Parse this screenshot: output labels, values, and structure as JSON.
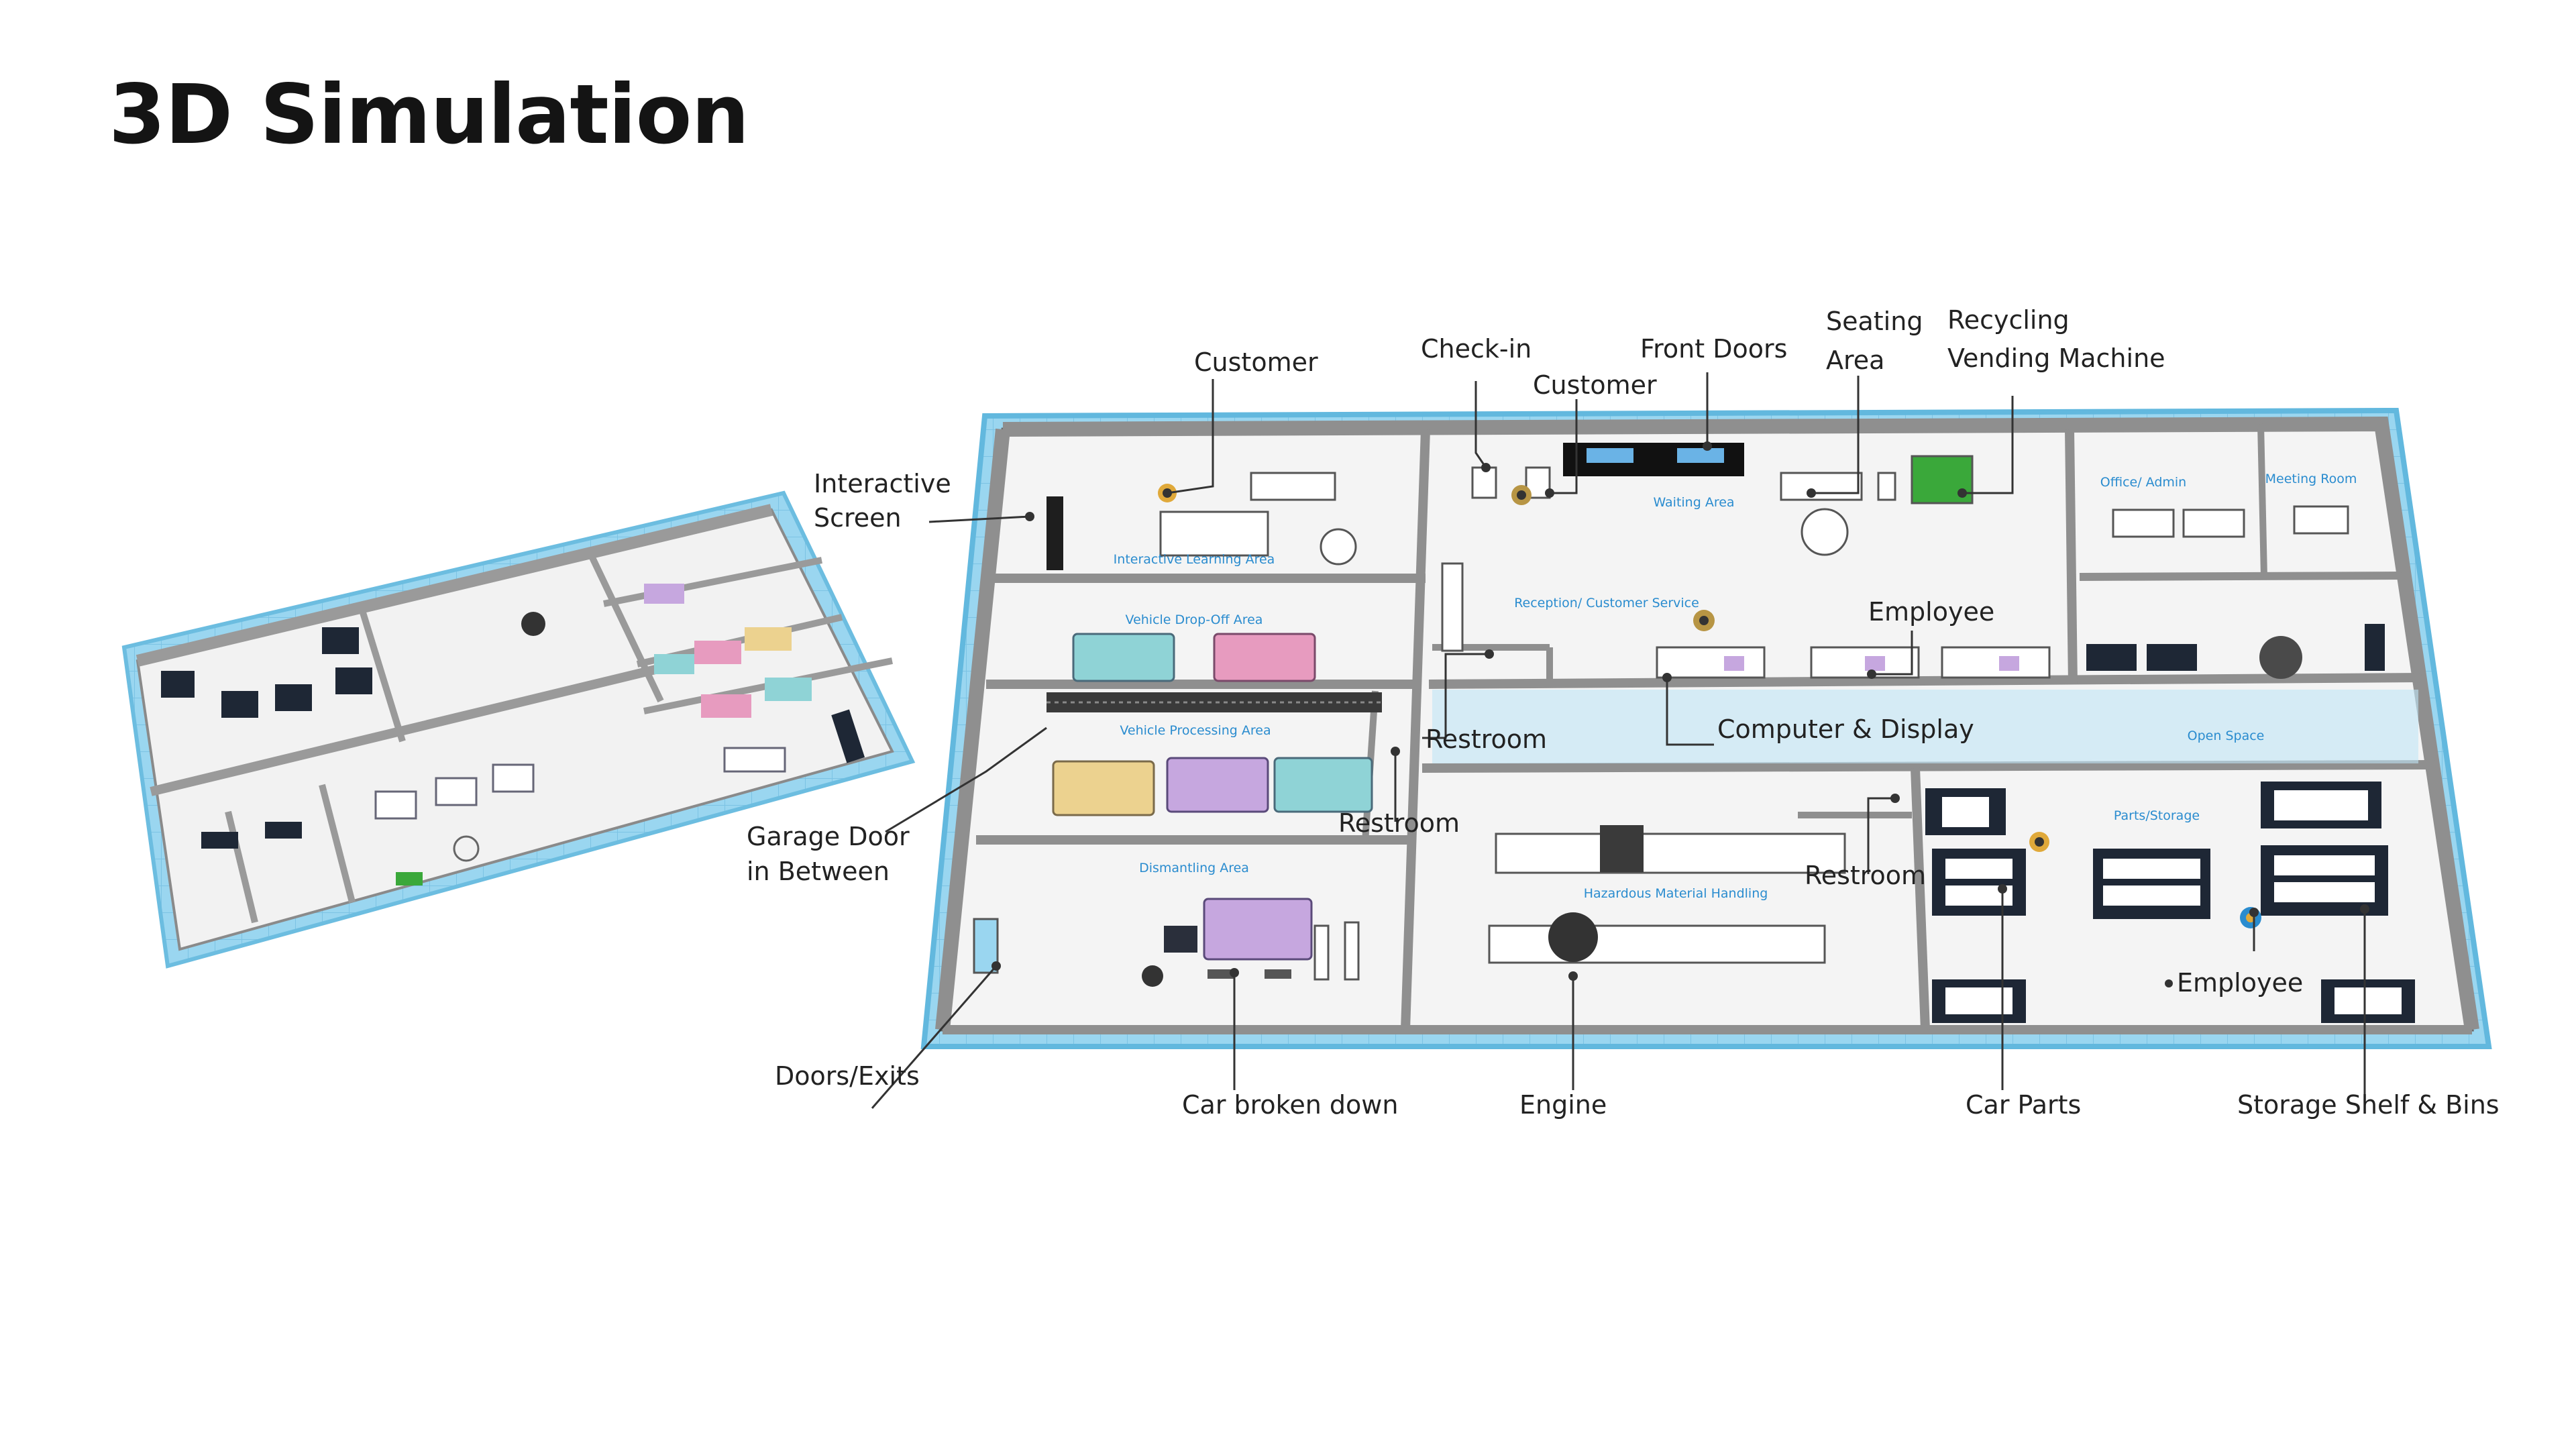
{
  "title": "3D Simulation",
  "colors": {
    "floor_blue": "#8fd0ee",
    "wall_gray": "#a9a9a9",
    "zone_label": "#2a8ccf",
    "car_blue": "#8fd3d6",
    "car_pink": "#e79bbf",
    "car_yellow": "#ecd28f",
    "car_purple": "#c6a7df",
    "vending_green": "#3aa83a"
  },
  "zones": {
    "interactive_learning": "Interactive Learning Area",
    "vehicle_dropoff": "Vehicle Drop-Off Area",
    "vehicle_processing": "Vehicle Processing Area",
    "dismantling": "Dismantling Area",
    "waiting": "Waiting Area",
    "reception": "Reception/ Customer Service",
    "office_admin": "Office/ Admin",
    "meeting_room": "Meeting Room",
    "open_space": "Open Space",
    "parts_storage": "Parts/Storage",
    "hazardous": "Hazardous Material Handling"
  },
  "callouts": {
    "customer_left": "Customer",
    "check_in": "Check-in",
    "customer_mid": "Customer",
    "front_doors": "Front Doors",
    "seating_area": "Seating Area",
    "recycling_vending": "Recycling Vending Machine",
    "interactive_screen": "Interactive Screen",
    "employee_top": "Employee",
    "restroom_1": "Restroom",
    "computer_display": "Computer & Display",
    "restroom_2": "Restroom",
    "garage_door": "Garage Door in Between",
    "restroom_3": "Restroom",
    "employee_right": "Employee",
    "doors_exits": "Doors/Exits",
    "car_broken": "Car broken down",
    "engine": "Engine",
    "car_parts": "Car Parts",
    "storage_shelf": "Storage Shelf & Bins"
  }
}
